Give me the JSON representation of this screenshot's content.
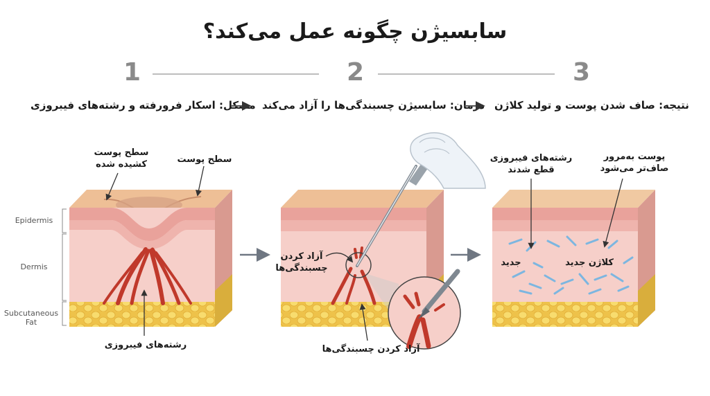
{
  "title": "سابسیژن چگونه عمل می‌کند؟",
  "steps": [
    {
      "num": "1",
      "text": "مشکل: اسکار فرورفته و رشته‌های فیبروزی"
    },
    {
      "num": "2",
      "text": "درمان: سابسیژن چسبندگی‌ها را آزاد می‌کند"
    },
    {
      "num": "3",
      "text": "نتیجه: صاف شدن پوست و تولید کلاژن"
    }
  ],
  "layers": {
    "epidermis": "Epidermis",
    "dermis": "Dermis",
    "fat_line1": "Subcutaneous",
    "fat_line2": "Fat"
  },
  "panel1": {
    "stretched_line1": "سطح پوست",
    "stretched_line2": "کشیده شده",
    "surface": "سطح پوست",
    "fibers": "رشته‌های فیبروزی"
  },
  "panel2": {
    "release_line1": "آزاد کردن",
    "release_line2": "چسبندگی‌ها",
    "release_bottom": "آزاد کردن چسبندگی‌ها"
  },
  "panel3": {
    "cut_line1": "رشته‌های فیبروزی",
    "cut_line2": "قطع شدند",
    "smooth_line1": "پوست به‌مرور",
    "smooth_line2": "صاف‌تر می‌شود",
    "new_left": "جدید",
    "new_collagen": "کلاژن جدید"
  },
  "colors": {
    "skin_top": "#f0c9a2",
    "epidermis": "#e8a59f",
    "dermis": "#f5c9c4",
    "fat": "#f3cf55",
    "fiber": "#c0392b",
    "collagen": "#6fb4e3"
  }
}
